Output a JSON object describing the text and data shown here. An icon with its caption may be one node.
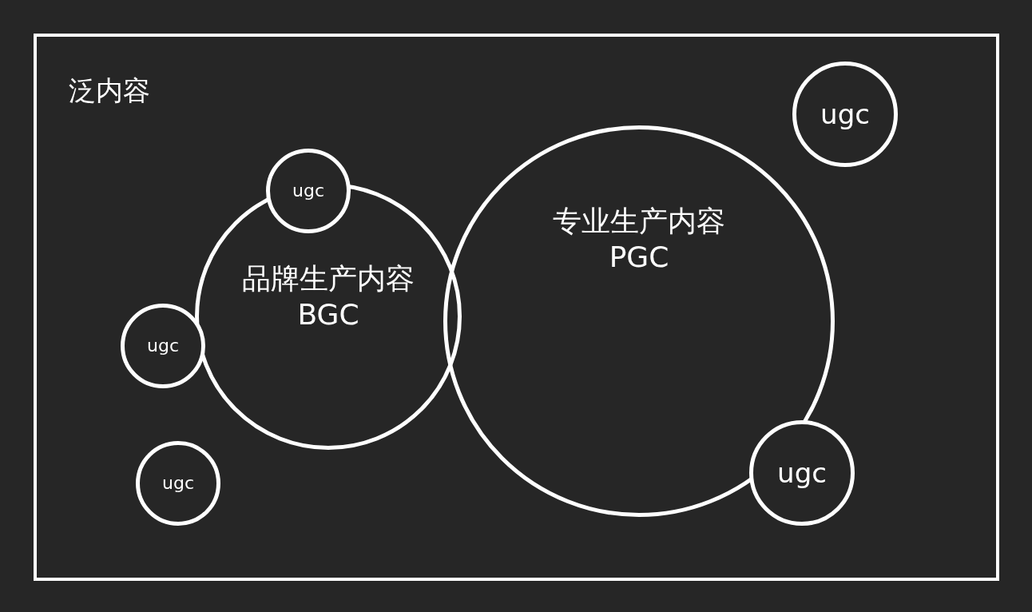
{
  "diagram": {
    "nodes": [
      {
        "text": [
          "泛内容"
        ]
      },
      {
        "text": [
          "ugc"
        ],
        "in": 0
      },
      {
        "text": [
          "ugc"
        ],
        "in": 0
      },
      {
        "text": [
          "专业生产内容",
          "PGC"
        ],
        "in": 0
      },
      {
        "text": [
          "品牌生产内容",
          "BGC"
        ],
        "in": 0
      },
      {
        "text": [
          "ugc"
        ],
        "in": 0
      },
      {
        "text": [
          "ugc"
        ],
        "in": 0
      },
      {
        "text": [
          "ugc"
        ],
        "in": 0
      }
    ]
  }
}
